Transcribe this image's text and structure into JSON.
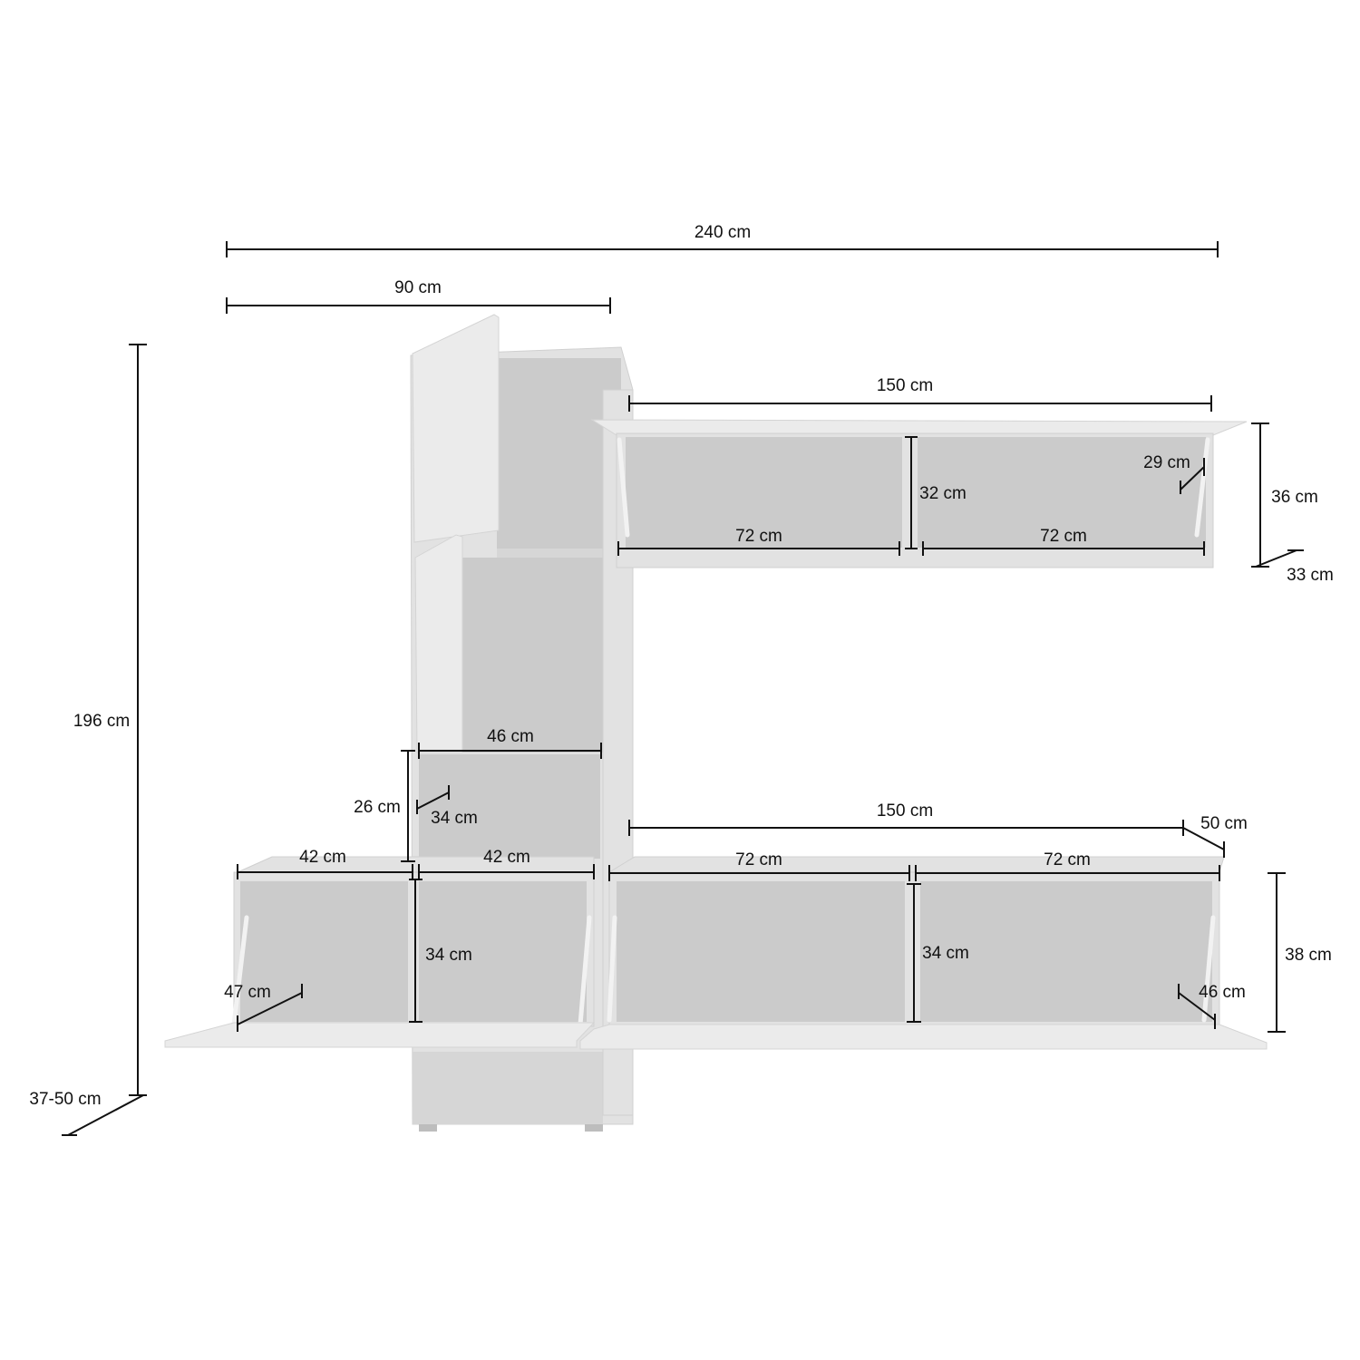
{
  "dimensions": {
    "total_width": "240 cm",
    "tall_unit_width": "90 cm",
    "total_height": "196 cm",
    "depth_range": "37-50 cm",
    "upper_unit_width": "150 cm",
    "upper_unit_height": "36 cm",
    "upper_unit_depth": "33 cm",
    "upper_inner_height": "32 cm",
    "upper_flap_depth": "29 cm",
    "upper_left_compartment": "72 cm",
    "upper_right_compartment": "72 cm",
    "tall_shelf_width": "46 cm",
    "tall_shelf_height": "26 cm",
    "tall_shelf_depth": "34 cm",
    "lower_left_compartment_1": "42 cm",
    "lower_left_compartment_2": "42 cm",
    "lower_left_inner_height": "34 cm",
    "lower_left_flap_depth": "47 cm",
    "lower_right_width": "150 cm",
    "lower_right_depth": "50 cm",
    "lower_right_compartment_1": "72 cm",
    "lower_right_compartment_2": "72 cm",
    "lower_right_inner_height": "34 cm",
    "lower_right_height": "38 cm",
    "lower_right_flap_depth": "46 cm"
  }
}
